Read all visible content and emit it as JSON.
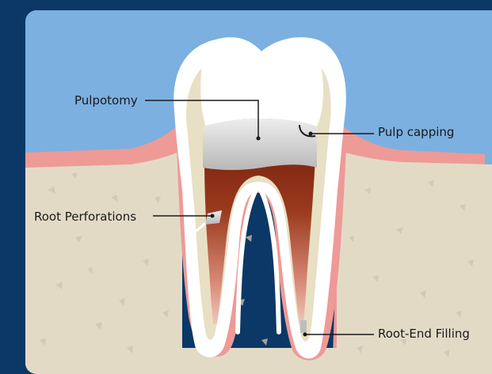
{
  "labels": {
    "pulpotomy": "Pulpotomy",
    "pulp_capping": "Pulp capping",
    "root_perforations": "Root Perforations",
    "root_end_filling": "Root-End Filling"
  },
  "colors": {
    "page_background": "#0b3866",
    "sky": "#7bb0e0",
    "bone": "#e3dac6",
    "gum": "#ee9a97",
    "enamel_outline": "#ffffff",
    "dentin": "#e8e0c4",
    "pulp": "#8a2a12",
    "filling": "#c8c8c8",
    "leader_line": "#1a1a1a"
  }
}
